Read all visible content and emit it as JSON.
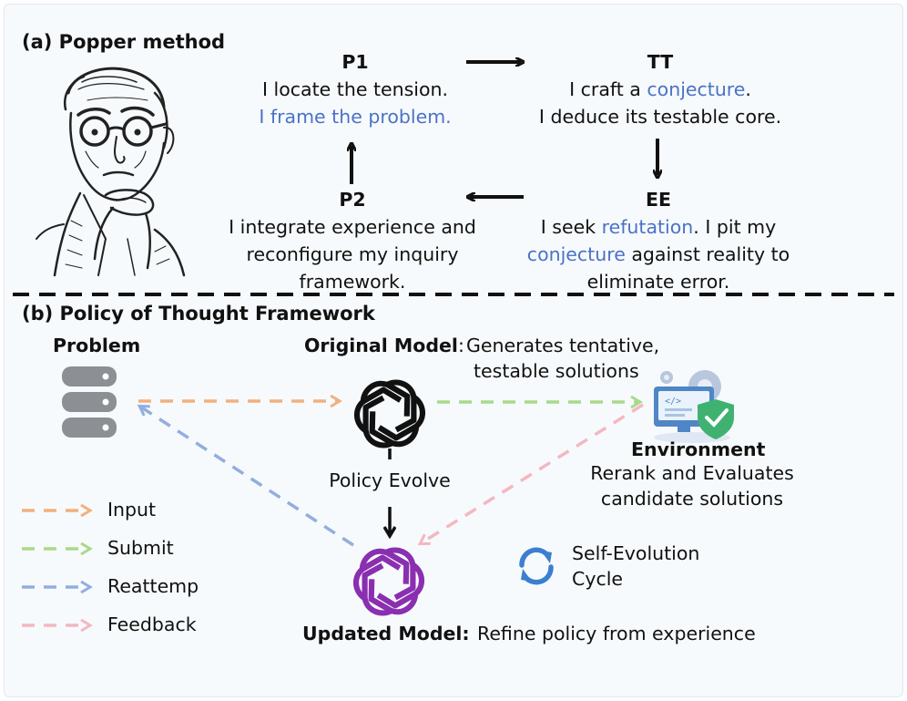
{
  "section_a": {
    "title": "(a) Popper method",
    "p1": {
      "head": "P1",
      "line1": "I locate the tension.",
      "line2_highlight": "I frame the problem."
    },
    "tt": {
      "head": "TT",
      "line1_pre": "I craft a ",
      "line1_highlight": "conjecture",
      "line1_post": ".",
      "line2": "I deduce its testable core."
    },
    "ee": {
      "head": "EE",
      "line1_pre": "I seek ",
      "line1_highlight": "refutation",
      "line1_post": ". I pit my",
      "line2_highlight": "conjecture",
      "line2_post": " against reality to",
      "line3": "eliminate error."
    },
    "p2": {
      "head": "P2",
      "line1": "I integrate experience and",
      "line2": "reconfigure my inquiry",
      "line3": "framework."
    }
  },
  "section_b": {
    "title": "(b) Policy of Thought Framework",
    "problem_label": "Problem",
    "original_model": {
      "label": "Original Model",
      "colon": ":",
      "desc_line1": "Generates tentative,",
      "desc_line2": "testable solutions"
    },
    "policy_evolve": "Policy Evolve",
    "environment": {
      "label": "Environment",
      "desc_line1": "Rerank and Evaluates",
      "desc_line2": "candidate solutions"
    },
    "updated_model": {
      "label": "Updated Model:",
      "desc": "Refine policy from experience"
    },
    "cycle": {
      "line1": "Self-Evolution",
      "line2": "Cycle"
    },
    "legend": [
      {
        "label": "Input",
        "color": "#f2b07e"
      },
      {
        "label": "Submit",
        "color": "#a9d98a"
      },
      {
        "label": "Reattemp",
        "color": "#92aee0"
      },
      {
        "label": "Feedback",
        "color": "#f3b8c2"
      }
    ]
  },
  "colors": {
    "highlight": "#4a72c7",
    "openai_original": "#111111",
    "openai_updated": "#8a2fb0"
  }
}
